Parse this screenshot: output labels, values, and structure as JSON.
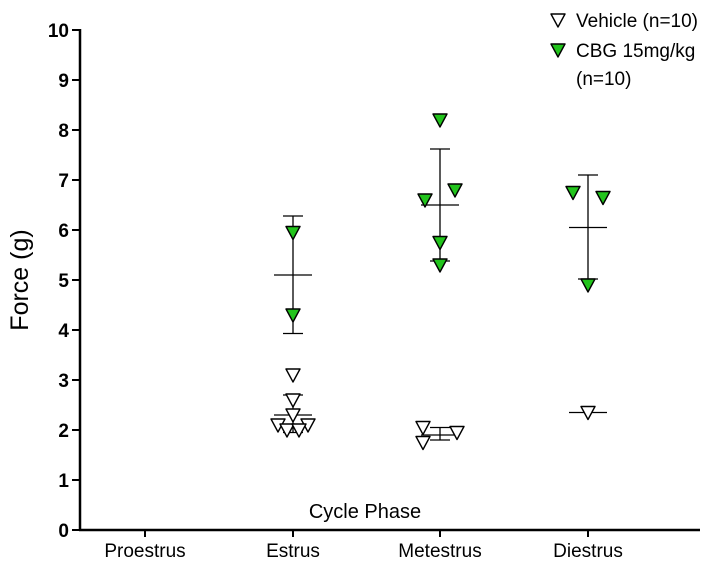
{
  "chart_data": {
    "type": "scatter",
    "title": "",
    "xlabel": "Cycle Phase",
    "ylabel": "Force (g)",
    "ylim": [
      0,
      10
    ],
    "yticks": [
      "0",
      "1",
      "2",
      "3",
      "4",
      "5",
      "6",
      "7",
      "8",
      "9",
      "10"
    ],
    "categories": [
      "Proestrus",
      "Estrus",
      "Metestrus",
      "Diestrus"
    ],
    "legend_position": "top-right",
    "grid": false,
    "series": [
      {
        "name": "Vehicle (n=10)",
        "marker": "open-down-triangle",
        "color": "#ffffff",
        "points": [
          {
            "category": "Estrus",
            "y": 3.1,
            "offset": 0
          },
          {
            "category": "Estrus",
            "y": 2.6,
            "offset": 0
          },
          {
            "category": "Estrus",
            "y": 2.3,
            "offset": 0
          },
          {
            "category": "Estrus",
            "y": 2.1,
            "offset": -15
          },
          {
            "category": "Estrus",
            "y": 2.1,
            "offset": 15
          },
          {
            "category": "Estrus",
            "y": 2.0,
            "offset": -6
          },
          {
            "category": "Estrus",
            "y": 2.0,
            "offset": 6
          },
          {
            "category": "Metestrus",
            "y": 2.05,
            "offset": -17
          },
          {
            "category": "Metestrus",
            "y": 1.95,
            "offset": 17
          },
          {
            "category": "Metestrus",
            "y": 1.75,
            "offset": -17
          },
          {
            "category": "Diestrus",
            "y": 2.35,
            "offset": 0
          }
        ],
        "summary": [
          {
            "category": "Estrus",
            "mean": 2.3,
            "upper": 2.7,
            "lower": 1.95
          },
          {
            "category": "Metestrus",
            "mean": 1.9,
            "upper": 2.05,
            "lower": 1.8
          },
          {
            "category": "Diestrus",
            "mean": 2.35,
            "upper": null,
            "lower": null
          }
        ]
      },
      {
        "name": "CBG 15mg/kg (n=10)",
        "marker": "filled-down-triangle",
        "color": "#22c41c",
        "points": [
          {
            "category": "Estrus",
            "y": 5.95,
            "offset": 0
          },
          {
            "category": "Estrus",
            "y": 4.3,
            "offset": 0
          },
          {
            "category": "Metestrus",
            "y": 8.2,
            "offset": 0
          },
          {
            "category": "Metestrus",
            "y": 6.8,
            "offset": 15
          },
          {
            "category": "Metestrus",
            "y": 6.6,
            "offset": -15
          },
          {
            "category": "Metestrus",
            "y": 5.75,
            "offset": 0
          },
          {
            "category": "Metestrus",
            "y": 5.3,
            "offset": 0
          },
          {
            "category": "Diestrus",
            "y": 6.75,
            "offset": -15
          },
          {
            "category": "Diestrus",
            "y": 6.65,
            "offset": 15
          },
          {
            "category": "Diestrus",
            "y": 4.9,
            "offset": 0
          }
        ],
        "summary": [
          {
            "category": "Estrus",
            "mean": 5.1,
            "upper": 6.28,
            "lower": 3.93
          },
          {
            "category": "Metestrus",
            "mean": 6.5,
            "upper": 7.62,
            "lower": 5.38
          },
          {
            "category": "Diestrus",
            "mean": 6.05,
            "upper": 7.1,
            "lower": 5.02
          }
        ]
      }
    ]
  }
}
